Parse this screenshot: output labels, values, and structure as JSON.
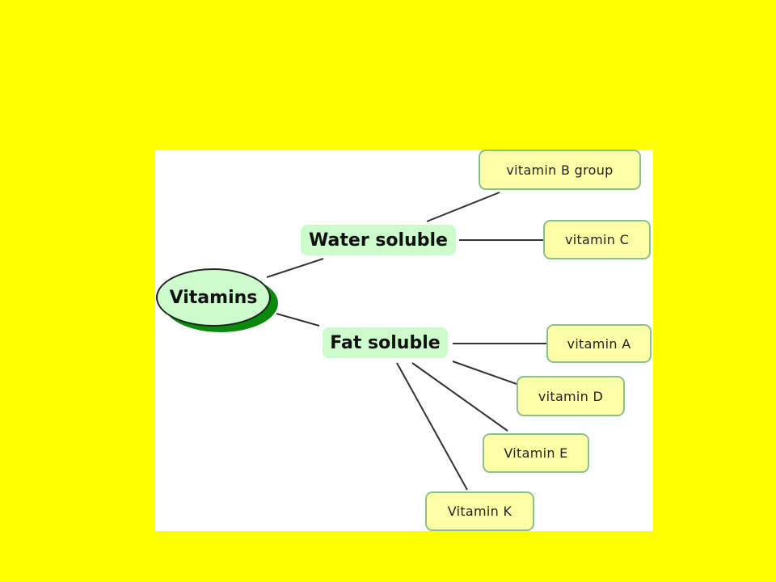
{
  "diagram": {
    "root": {
      "label": "Vitamins"
    },
    "branches": [
      {
        "id": "water",
        "label": "Water soluble",
        "children": [
          {
            "id": "b-group",
            "label": "vitamin B group"
          },
          {
            "id": "c",
            "label": "vitamin C"
          }
        ]
      },
      {
        "id": "fat",
        "label": "Fat soluble",
        "children": [
          {
            "id": "a",
            "label": "vitamin A"
          },
          {
            "id": "d",
            "label": "vitamin D"
          },
          {
            "id": "e",
            "label": "Vitamin E"
          },
          {
            "id": "k",
            "label": "Vitamin K"
          }
        ]
      }
    ]
  },
  "colors": {
    "background": "#ffff00",
    "panel": "#ffffff",
    "leaf_fill": "#ffffa8",
    "leaf_border": "#8cbf8c",
    "branch_fill": "#ccfccc",
    "root_shadow": "#0a8a0a",
    "connector": "#333333"
  }
}
